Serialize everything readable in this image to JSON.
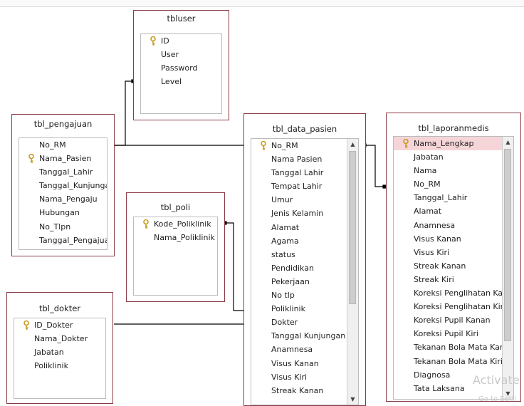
{
  "tables": {
    "tbluser": {
      "title": "tbluser",
      "fields": [
        "ID",
        "User",
        "Password",
        "Level"
      ],
      "key_field": "ID"
    },
    "tbl_pengajuan": {
      "title": "tbl_pengajuan",
      "fields": [
        "No_RM",
        "Nama_Pasien",
        "Tanggal_Lahir",
        "Tanggal_Kunjungan",
        "Nama_Pengaju",
        "Hubungan",
        "No_Tlpn",
        "Tanggal_Pengajuan"
      ],
      "key_field": "Nama_Pasien"
    },
    "tbl_poli": {
      "title": "tbl_poli",
      "fields": [
        "Kode_Poliklinik",
        "Nama_Poliklinik"
      ],
      "key_field": "Kode_Poliklinik"
    },
    "tbl_dokter": {
      "title": "tbl_dokter",
      "fields": [
        "ID_Dokter",
        "Nama_Dokter",
        "Jabatan",
        "Poliklinik"
      ],
      "key_field": "ID_Dokter"
    },
    "tbl_data_pasien": {
      "title": "tbl_data_pasien",
      "fields": [
        "No_RM",
        "Nama Pasien",
        "Tanggal Lahir",
        "Tempat Lahir",
        "Umur",
        "Jenis Kelamin",
        "Alamat",
        "Agama",
        "status",
        "Pendidikan",
        "Pekerjaan",
        "No tlp",
        "Poliklinik",
        "Dokter",
        "Tanggal Kunjungan",
        "Anamnesa",
        "Visus Kanan",
        "Visus Kiri",
        "Streak Kanan"
      ],
      "key_field": "No_RM"
    },
    "tbl_laporanmedis": {
      "title": "tbl_laporanmedis",
      "fields": [
        "Nama_Lengkap",
        "Jabatan",
        "Nama",
        "No_RM",
        "Tanggal_Lahir",
        "Alamat",
        "Anamnesa",
        "Visus Kanan",
        "Visus Kiri",
        "Streak Kanan",
        "Streak Kiri",
        "Koreksi Penglihatan Kanan",
        "Koreksi Penglihatan Kiri",
        "Koreksi Pupil Kanan",
        "Koreksi Pupil Kiri",
        "Tekanan Bola Mata Kanan",
        "Tekanan Bola Mata Kiri",
        "Diagnosa",
        "Tata Laksana"
      ],
      "key_field": "Nama_Lengkap",
      "selected_field": "Nama_Lengkap"
    }
  },
  "watermark": {
    "line1": "Activate",
    "line2": "Go to Setti"
  },
  "colors": {
    "border": "#8a3b46",
    "selected_row": "#f6d5d9",
    "key_icon": "#d4a52a"
  }
}
